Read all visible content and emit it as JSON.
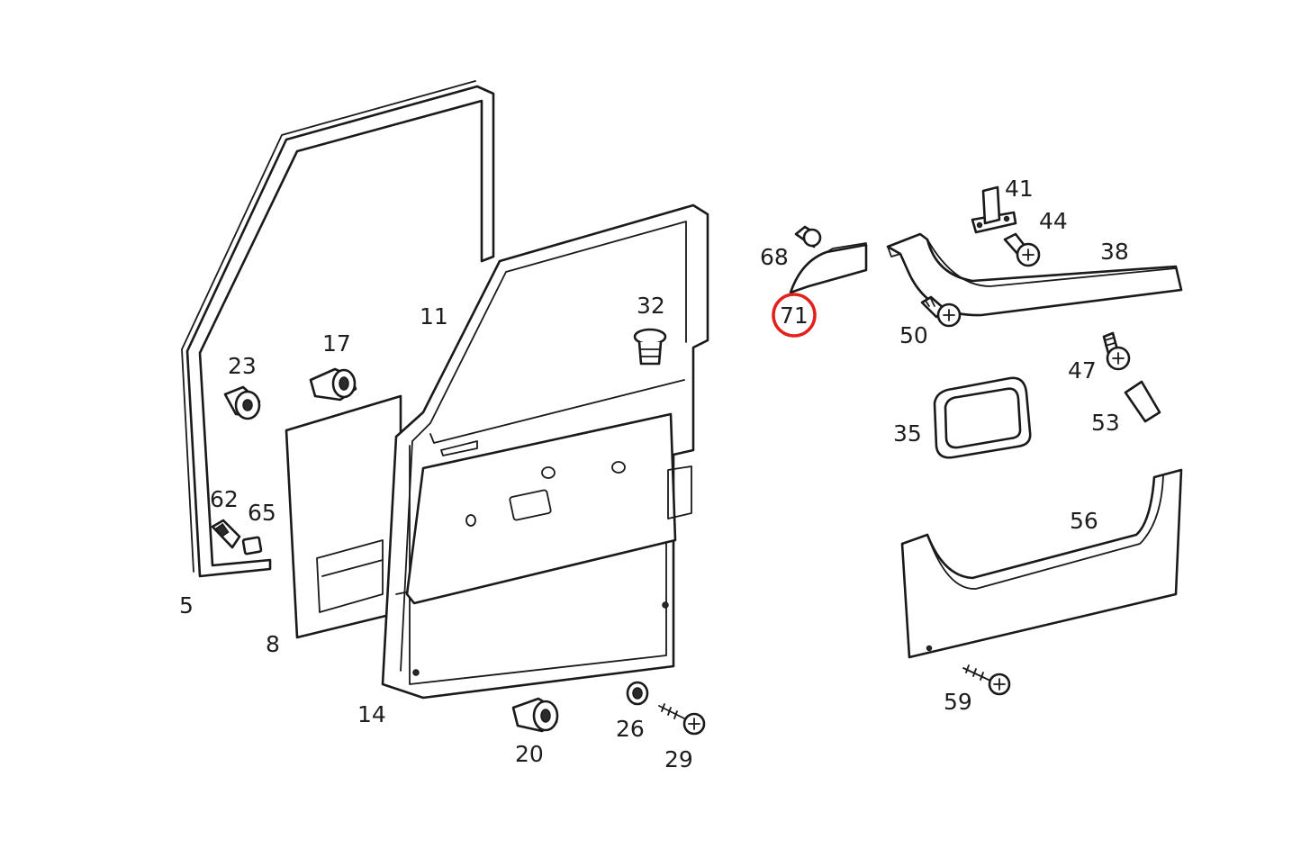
{
  "diagram": {
    "highlight_color": "#e3201b",
    "highlighted_label": "71",
    "callouts": [
      {
        "id": "5",
        "label": "5"
      },
      {
        "id": "8",
        "label": "8"
      },
      {
        "id": "11",
        "label": "11"
      },
      {
        "id": "14",
        "label": "14"
      },
      {
        "id": "17",
        "label": "17"
      },
      {
        "id": "20",
        "label": "20"
      },
      {
        "id": "23",
        "label": "23"
      },
      {
        "id": "26",
        "label": "26"
      },
      {
        "id": "29",
        "label": "29"
      },
      {
        "id": "32",
        "label": "32"
      },
      {
        "id": "35",
        "label": "35"
      },
      {
        "id": "38",
        "label": "38"
      },
      {
        "id": "41",
        "label": "41"
      },
      {
        "id": "44",
        "label": "44"
      },
      {
        "id": "47",
        "label": "47"
      },
      {
        "id": "50",
        "label": "50"
      },
      {
        "id": "53",
        "label": "53"
      },
      {
        "id": "56",
        "label": "56"
      },
      {
        "id": "59",
        "label": "59"
      },
      {
        "id": "62",
        "label": "62"
      },
      {
        "id": "65",
        "label": "65"
      },
      {
        "id": "68",
        "label": "68"
      },
      {
        "id": "71",
        "label": "71"
      }
    ]
  }
}
